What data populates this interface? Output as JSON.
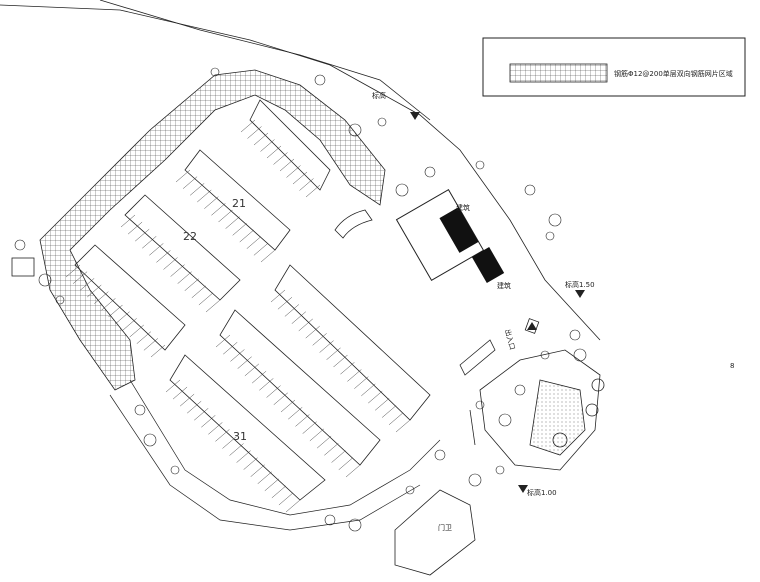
{
  "legend": {
    "text": "钢筋Φ12@200单层双向钢筋网片区域"
  },
  "zone_numbers": {
    "z21": "21",
    "z22": "22",
    "z31": "31"
  },
  "labels": {
    "elev_top": "标高",
    "elev_right": "标高1.50",
    "elev_bottom": "标高1.00",
    "building_a": "建筑",
    "building_b": "建筑",
    "small_house": "门卫",
    "gate_label": "出入口",
    "right_mark": "8"
  },
  "colors": {
    "line": "#222222",
    "hatch": "#333333",
    "fill_dark": "#111111"
  }
}
